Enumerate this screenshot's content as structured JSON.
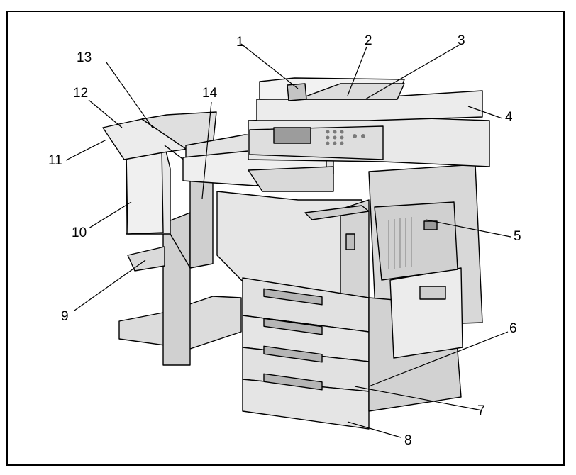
{
  "callouts": [
    {
      "id": "1",
      "label": "1"
    },
    {
      "id": "2",
      "label": "2"
    },
    {
      "id": "3",
      "label": "3"
    },
    {
      "id": "4",
      "label": "4"
    },
    {
      "id": "5",
      "label": "5"
    },
    {
      "id": "6",
      "label": "6"
    },
    {
      "id": "7",
      "label": "7"
    },
    {
      "id": "8",
      "label": "8"
    },
    {
      "id": "9",
      "label": "9"
    },
    {
      "id": "10",
      "label": "10"
    },
    {
      "id": "11",
      "label": "11"
    },
    {
      "id": "12",
      "label": "12"
    },
    {
      "id": "13",
      "label": "13"
    },
    {
      "id": "14",
      "label": "14"
    }
  ],
  "colors": {
    "outline": "#000000",
    "body": "#e6e6e6",
    "panel": "#d6d6d6",
    "shadow": "#9a9a9a",
    "dark": "#4a4a4a"
  }
}
